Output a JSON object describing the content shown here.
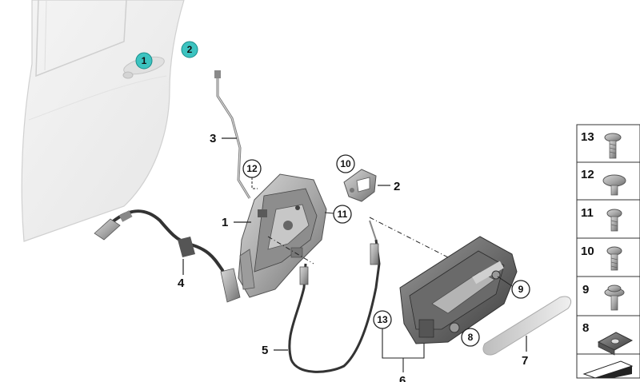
{
  "diagram": {
    "callouts": {
      "c3": "3",
      "c1": "1",
      "c4": "4",
      "c5": "5",
      "c2": "2",
      "c7": "7",
      "c6": "6"
    },
    "circle_labels": {
      "door1": "1",
      "door2": "2",
      "c12": "12",
      "c11": "11",
      "c10": "10",
      "c9": "9",
      "c8": "8",
      "c13": "13"
    },
    "parts_panel": [
      {
        "num": "13",
        "icon": "long-screw-icon"
      },
      {
        "num": "12",
        "icon": "flat-head-screw-icon"
      },
      {
        "num": "11",
        "icon": "torx-screw-icon"
      },
      {
        "num": "10",
        "icon": "torx-screw-short-icon"
      },
      {
        "num": "9",
        "icon": "flange-screw-icon"
      },
      {
        "num": "8",
        "icon": "clip-nut-icon"
      }
    ],
    "colors": {
      "teal_marker": "#3cc3c0",
      "line": "#222222",
      "part_fill": "#dcdcdc"
    }
  }
}
